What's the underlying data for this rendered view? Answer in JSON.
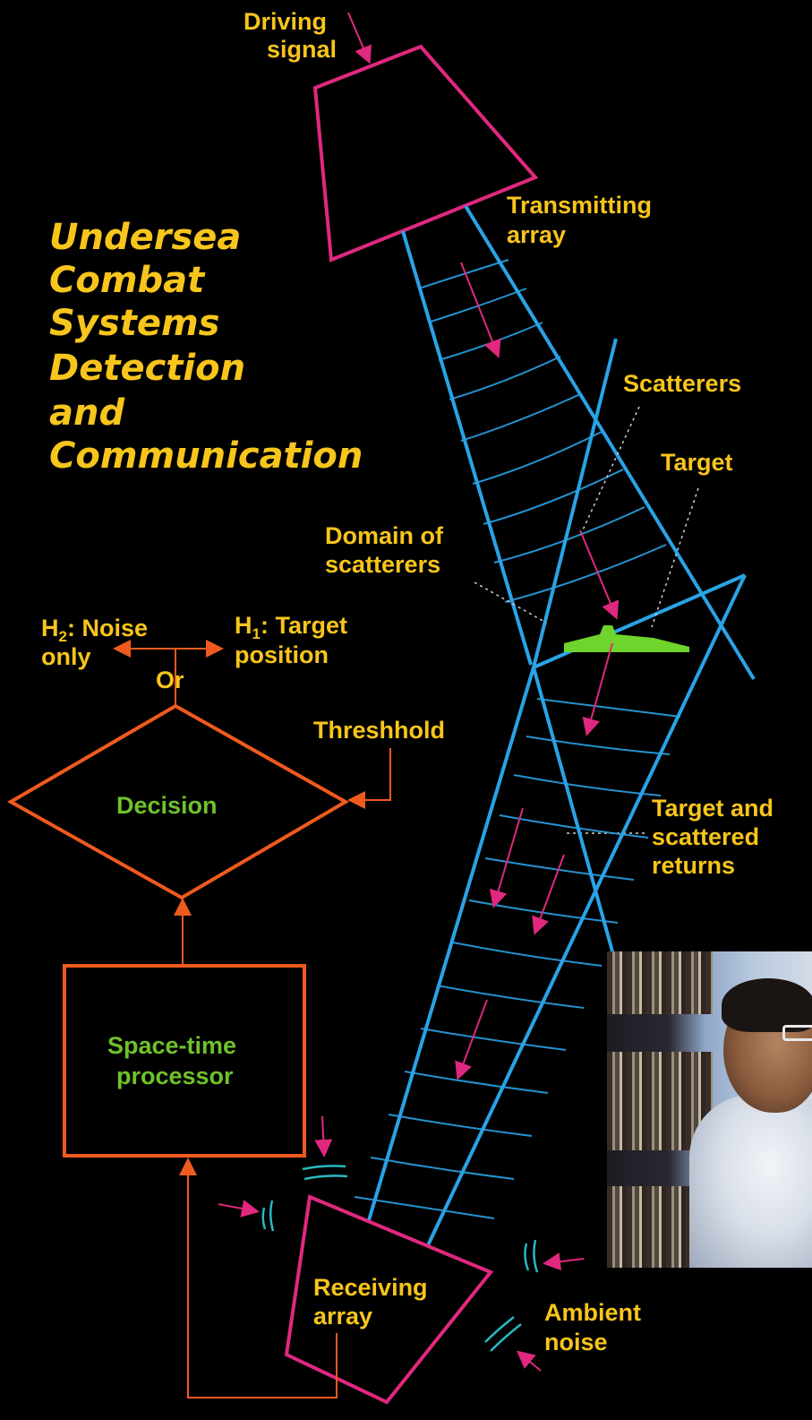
{
  "title_lines": [
    "Undersea",
    "Combat",
    "Systems",
    "Detection",
    "and",
    "Communication"
  ],
  "labels": {
    "driving_signal": [
      "Driving",
      "signal"
    ],
    "transmitting_array": [
      "Transmitting",
      "array"
    ],
    "scatterers": "Scatterers",
    "target": "Target",
    "domain_of_scatterers": [
      "Domain of",
      "scatterers"
    ],
    "h2": [
      "H",
      "2",
      ": Noise",
      "only"
    ],
    "h1": [
      "H",
      "1",
      ": Target",
      "position"
    ],
    "or": "Or",
    "threshhold": "Threshhold",
    "decision": "Decision",
    "target_and_scattered_returns": [
      "Target and",
      "scattered",
      "returns"
    ],
    "space_time_processor": [
      "Space-time",
      "processor"
    ],
    "receiving_array": [
      "Receiving",
      "array"
    ],
    "ambient_noise": [
      "Ambient",
      "noise"
    ]
  },
  "colors": {
    "label_yellow": "#f7c51c",
    "label_green": "#6fc22a",
    "flow_orange": "#ef5a1e",
    "array_magenta": "#e0287f",
    "beam_blue": "#2aa3e6",
    "target_green": "#6fd42c",
    "background": "#000000"
  },
  "icons": {
    "submarine": "submarine-icon",
    "photo": "researcher-photo"
  }
}
